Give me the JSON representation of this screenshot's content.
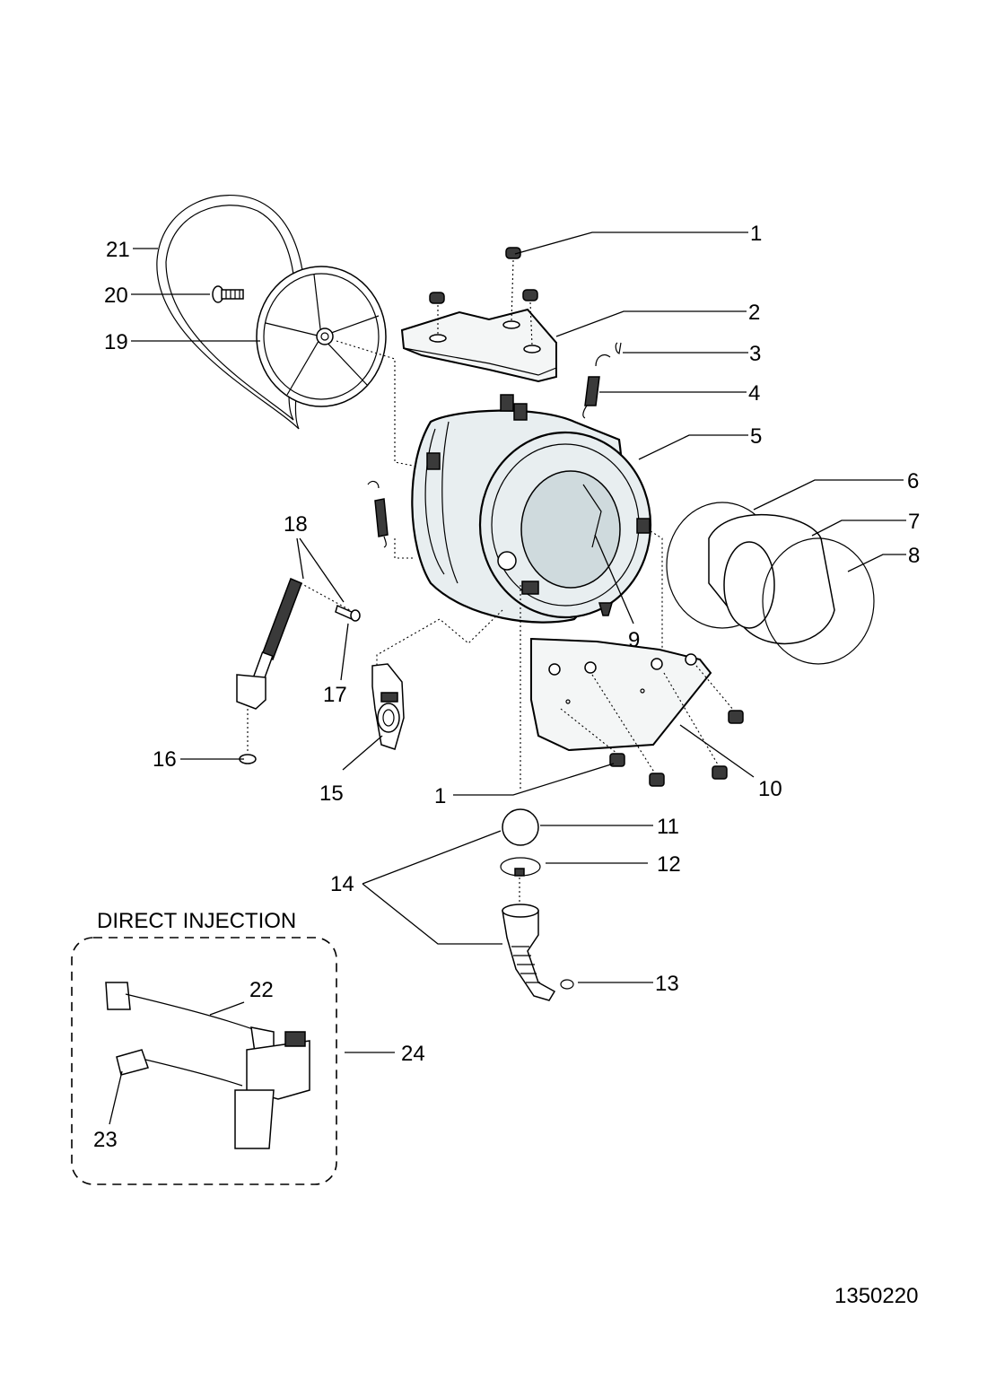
{
  "diagram": {
    "drawing_number": "1350220",
    "inset_title": "DIRECT INJECTION",
    "callouts": [
      {
        "id": "c1a",
        "label": "1",
        "part": "damper-grommet"
      },
      {
        "id": "c2",
        "label": "2",
        "part": "counterweight-top"
      },
      {
        "id": "c3",
        "label": "3",
        "part": "spring-hook"
      },
      {
        "id": "c4",
        "label": "4",
        "part": "suspension-spring"
      },
      {
        "id": "c5",
        "label": "5",
        "part": "tub-assembly"
      },
      {
        "id": "c6",
        "label": "6",
        "part": "outer-clamp-ring"
      },
      {
        "id": "c7",
        "label": "7",
        "part": "door-gasket"
      },
      {
        "id": "c8",
        "label": "8",
        "part": "inner-clamp-ring"
      },
      {
        "id": "c9",
        "label": "9",
        "part": "drum-paddle"
      },
      {
        "id": "c10",
        "label": "10",
        "part": "counterweight-front"
      },
      {
        "id": "c1b",
        "label": "1",
        "part": "damper-grommet"
      },
      {
        "id": "c11",
        "label": "11",
        "part": "ball-valve"
      },
      {
        "id": "c12",
        "label": "12",
        "part": "hose-clamp"
      },
      {
        "id": "c13",
        "label": "13",
        "part": "o-ring"
      },
      {
        "id": "c14",
        "label": "14",
        "part": "sump-hose-assembly"
      },
      {
        "id": "c15",
        "label": "15",
        "part": "heater-seal-bracket"
      },
      {
        "id": "c16",
        "label": "16",
        "part": "damper-foot"
      },
      {
        "id": "c17",
        "label": "17",
        "part": "damper-pin"
      },
      {
        "id": "c18",
        "label": "18",
        "part": "shock-absorber-kit"
      },
      {
        "id": "c19",
        "label": "19",
        "part": "drum-pulley"
      },
      {
        "id": "c20",
        "label": "20",
        "part": "pulley-bolt"
      },
      {
        "id": "c21",
        "label": "21",
        "part": "drive-belt"
      },
      {
        "id": "c22",
        "label": "22",
        "part": "injection-hose"
      },
      {
        "id": "c23",
        "label": "23",
        "part": "hose-connector"
      },
      {
        "id": "c24",
        "label": "24",
        "part": "direct-injection-pump"
      }
    ]
  }
}
